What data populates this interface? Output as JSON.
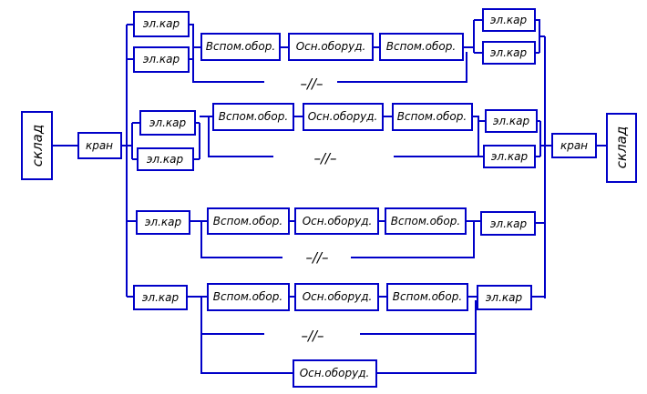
{
  "labels": {
    "warehouse": "склад",
    "crane": "кран",
    "el_cart": "эл.кар",
    "aux_equipment": "Вспом.обор.",
    "main_equipment": "Осн.оборуд.",
    "break_mark": "–//–"
  },
  "colors": {
    "line": "#0000c8",
    "text": "#000000"
  }
}
